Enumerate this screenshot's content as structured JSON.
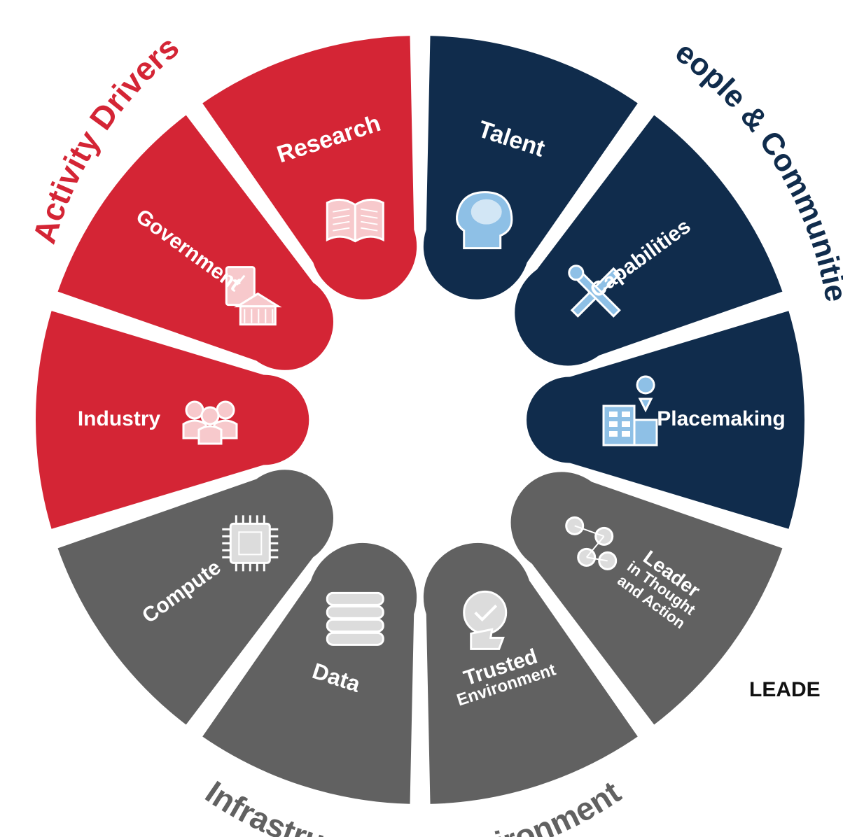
{
  "colors": {
    "activity": "#d42535",
    "people": "#102c4c",
    "infrastructure": "#616161",
    "icon_light": "#f7c9cc",
    "icon_blue": "#8ec0e6",
    "icon_grey": "#dcdcdc"
  },
  "groups": {
    "activity": "Activity Drivers",
    "people": "People & Communities",
    "infrastructure": "Infrastructure & Environment"
  },
  "segments": [
    {
      "id": "research",
      "label": "Research",
      "group": "activity",
      "icon": "book-icon"
    },
    {
      "id": "talent",
      "label": "Talent",
      "group": "people",
      "icon": "brain-head-icon"
    },
    {
      "id": "capabilities",
      "label": "Capabilities",
      "group": "people",
      "icon": "wrench-pencil-icon"
    },
    {
      "id": "placemaking",
      "label": "Placemaking",
      "group": "people",
      "icon": "building-pin-icon"
    },
    {
      "id": "leader",
      "label": "Leader",
      "sublabel_1": "in Thought",
      "sublabel_2": "and Action",
      "group": "infrastructure",
      "icon": "network-people-icon"
    },
    {
      "id": "trusted",
      "label": "Trusted",
      "sublabel_1": "Environment",
      "group": "infrastructure",
      "icon": "thumbs-up-check-icon"
    },
    {
      "id": "data",
      "label": "Data",
      "group": "infrastructure",
      "icon": "database-icon"
    },
    {
      "id": "compute",
      "label": "Compute",
      "group": "infrastructure",
      "icon": "chip-icon"
    },
    {
      "id": "industry",
      "label": "Industry",
      "group": "activity",
      "icon": "people-group-icon"
    },
    {
      "id": "government",
      "label": "Government",
      "group": "activity",
      "icon": "capitol-document-icon"
    }
  ],
  "cut_text": "LEADE"
}
